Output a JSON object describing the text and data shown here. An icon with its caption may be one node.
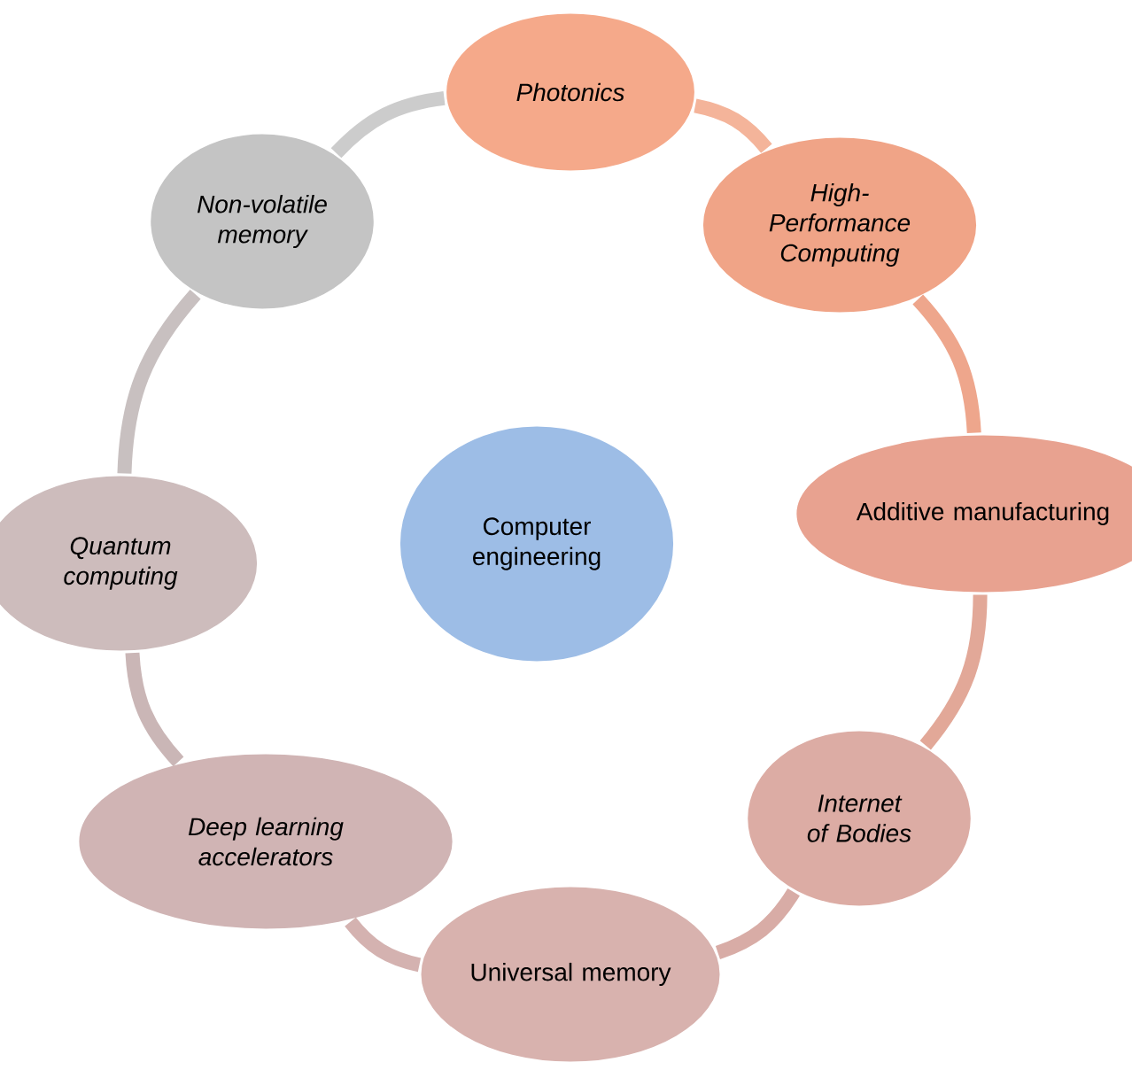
{
  "diagram": {
    "nodes": [
      {
        "text": [
          "Computer engineering"
        ]
      },
      {
        "text": [
          "Photonics"
        ]
      },
      {
        "text": [
          "High-Performance Computing"
        ]
      },
      {
        "text": [
          "Additive manufacturing"
        ]
      },
      {
        "text": [
          "Internet of Bodies"
        ]
      },
      {
        "text": [
          "Universal memory"
        ]
      },
      {
        "text": [
          "Deep learning accelerators"
        ]
      },
      {
        "text": [
          "Quantum computing"
        ]
      },
      {
        "text": [
          "Non-volatile memory"
        ]
      }
    ],
    "edges": [
      {
        "from": 1,
        "to": 2,
        "arrow": "none",
        "color": "#f4b49a"
      },
      {
        "from": 2,
        "to": 3,
        "arrow": "none",
        "color": "#eea68c"
      },
      {
        "from": 3,
        "to": 4,
        "arrow": "none",
        "color": "#e2a898"
      },
      {
        "from": 4,
        "to": 5,
        "arrow": "none",
        "color": "#d8aca6"
      },
      {
        "from": 5,
        "to": 6,
        "arrow": "none",
        "color": "#d4b2b0"
      },
      {
        "from": 6,
        "to": 7,
        "arrow": "none",
        "color": "#cab6b6"
      },
      {
        "from": 7,
        "to": 8,
        "arrow": "none",
        "color": "#c8c0c0"
      },
      {
        "from": 8,
        "to": 1,
        "arrow": "none",
        "color": "#cccccc"
      }
    ]
  }
}
